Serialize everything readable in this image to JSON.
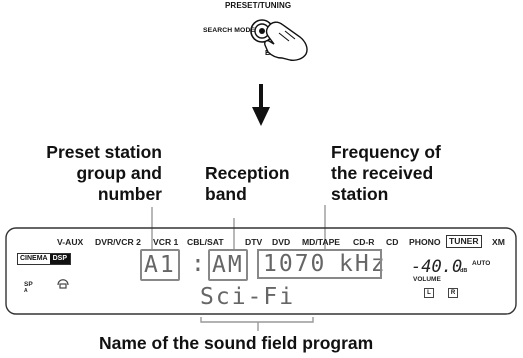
{
  "knob": {
    "title": "PRESET/TUNING",
    "left_label": "SEARCH MODE",
    "bottom_label": "EDIT"
  },
  "callouts": {
    "preset_line1": "Preset station",
    "preset_line2": "group and",
    "preset_line3": "number",
    "band_line1": "Reception",
    "band_line2": "band",
    "freq_line1": "Frequency of",
    "freq_line2": "the received",
    "freq_line3": "station",
    "program": "Name of the sound field program"
  },
  "panel": {
    "sources": [
      "V-AUX",
      "DVR/VCR 2",
      "VCR 1",
      "CBL/SAT",
      "DTV",
      "DVD",
      "MD/TAPE",
      "CD-R",
      "CD",
      "PHONO",
      "TUNER",
      "XM"
    ],
    "cinema_logo_a": "CINEMA",
    "cinema_logo_b": "DSP",
    "sp_label": "SP",
    "a_label": "A",
    "preset": "A1",
    "colon": ":",
    "band": "AM",
    "frequency": "1070",
    "unit": "kHz",
    "program_name": "Sci-Fi",
    "volume_value": "-40.0",
    "db_label": "dB",
    "auto_label": "AUTO",
    "volume_label": "VOLUME",
    "left_box": "L",
    "right_box": "R"
  }
}
